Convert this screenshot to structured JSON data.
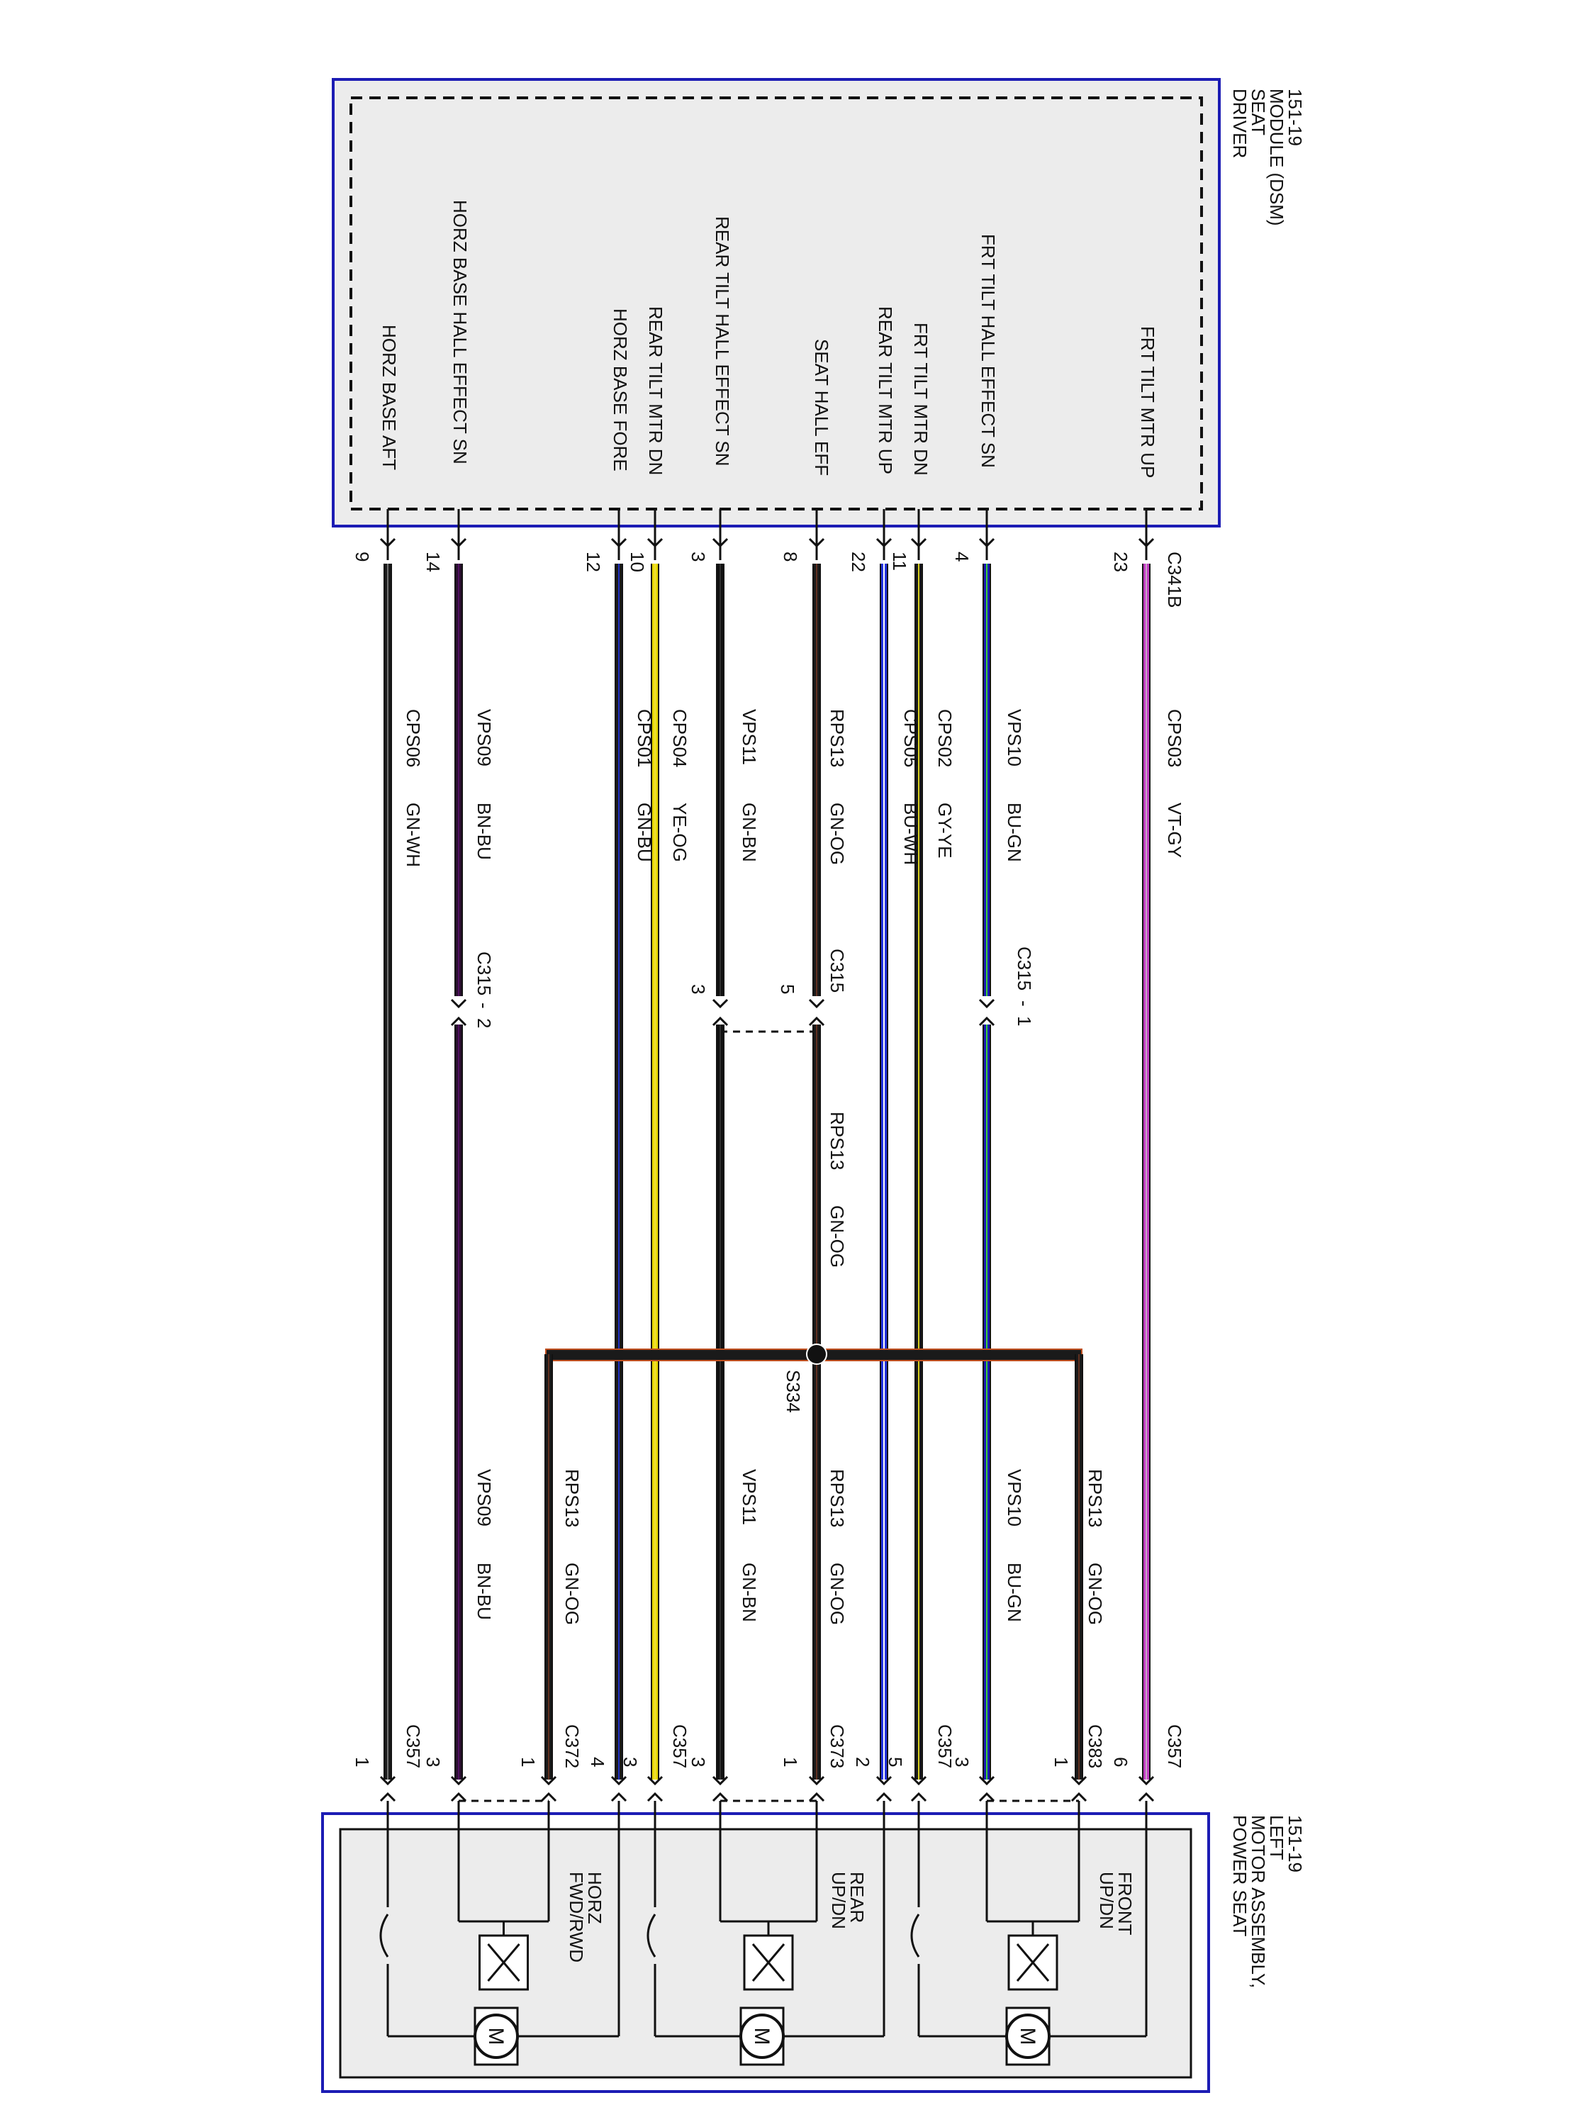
{
  "module_top": {
    "name_lines": [
      "DRIVER",
      "SEAT",
      "MODULE (DSM)",
      "151-19"
    ],
    "connector": "C341B",
    "pins": [
      {
        "label": "FRT TILT MTR UP",
        "pin": "23"
      },
      {
        "label": "FRT TILT HALL EFFECT SN",
        "pin": "4"
      },
      {
        "label": "FRT TILT MTR DN",
        "pin": "11"
      },
      {
        "label": "REAR TILT MTR UP",
        "pin": "22"
      },
      {
        "label": "SEAT HALL EFF",
        "pin": "8"
      },
      {
        "label": "REAR TILT HALL EFFECT SN",
        "pin": "3"
      },
      {
        "label": "REAR TILT MTR DN",
        "pin": "10"
      },
      {
        "label": "HORZ BASE FORE",
        "pin": "12"
      },
      {
        "label": "HORZ BASE HALL EFFECT SN",
        "pin": "14"
      },
      {
        "label": "HORZ BASE AFT",
        "pin": "9"
      }
    ]
  },
  "circuits_upper": [
    {
      "circuit": "CPS03",
      "color": "VT-GY"
    },
    {
      "circuit": "VPS10",
      "color": "BU-GN"
    },
    {
      "circuit": "CPS02",
      "color": "GY-YE"
    },
    {
      "circuit": "CPS05",
      "color": "BU-WH"
    },
    {
      "circuit": "RPS13",
      "color": "GN-OG"
    },
    {
      "circuit": "VPS11",
      "color": "GN-BN"
    },
    {
      "circuit": "CPS04",
      "color": "YE-OG"
    },
    {
      "circuit": "CPS01",
      "color": "GN-BU"
    },
    {
      "circuit": "VPS09",
      "color": "BN-BU"
    },
    {
      "circuit": "CPS06",
      "color": "GN-WH"
    }
  ],
  "c315": {
    "name": "C315",
    "pin_front": "1",
    "pin_horz": "2",
    "pin_seat_hall": "5",
    "pin_rear_hall": "3",
    "dash": "-"
  },
  "middle_circuit": {
    "circuit": "RPS13",
    "color": "GN-OG"
  },
  "splice": "S334",
  "circuits_lower": [
    {
      "circuit": "RPS13",
      "color": "GN-OG"
    },
    {
      "circuit": "VPS10",
      "color": "BU-GN"
    },
    {
      "circuit": "RPS13",
      "color": "GN-OG"
    },
    {
      "circuit": "VPS11",
      "color": "GN-BN"
    },
    {
      "circuit": "RPS13",
      "color": "GN-OG"
    },
    {
      "circuit": "VPS09",
      "color": "BN-BU"
    }
  ],
  "bottom_connectors": [
    {
      "name": "C357",
      "pin": "6"
    },
    {
      "name": "C383",
      "pin": "1"
    },
    {
      "name": "",
      "pin": "3"
    },
    {
      "name": "C357",
      "pin": "5"
    },
    {
      "name": "",
      "pin": "2"
    },
    {
      "name": "C373",
      "pin": "1"
    },
    {
      "name": "",
      "pin": "3"
    },
    {
      "name": "C357",
      "pin": "3"
    },
    {
      "name": "",
      "pin": "4"
    },
    {
      "name": "C372",
      "pin": "1"
    },
    {
      "name": "",
      "pin": "3"
    },
    {
      "name": "C357",
      "pin": "1"
    }
  ],
  "module_bottom": {
    "name_lines": [
      "POWER SEAT",
      "MOTOR ASSEMBLY,",
      "LEFT",
      "151-19"
    ]
  },
  "motors": [
    {
      "label_lines": [
        "FRONT",
        "UP/DN"
      ],
      "symbol": "M"
    },
    {
      "label_lines": [
        "REAR",
        "UP/DN"
      ],
      "symbol": "M"
    },
    {
      "label_lines": [
        "HORZ",
        "FWD/RWD"
      ],
      "symbol": "M"
    }
  ],
  "colors": {
    "module_border": "#1c1cb4",
    "module_fill": "#ececec",
    "VT-GY": "#c23cc2",
    "BU-GN": "#1a1ab0",
    "GY-YE": "#1a1a1a",
    "BU-WH": "#2233dd",
    "GN-OG": "#1a1a1a",
    "GN-BN": "#111111",
    "YE-OG": "#e8d800",
    "GN-BU": "#1a1a1a",
    "BN-BU": "#2a1030",
    "GN-WH": "#1a1a1a",
    "splice_bus": "#1a1a1a",
    "splice_bus_edge": "#c05020"
  }
}
